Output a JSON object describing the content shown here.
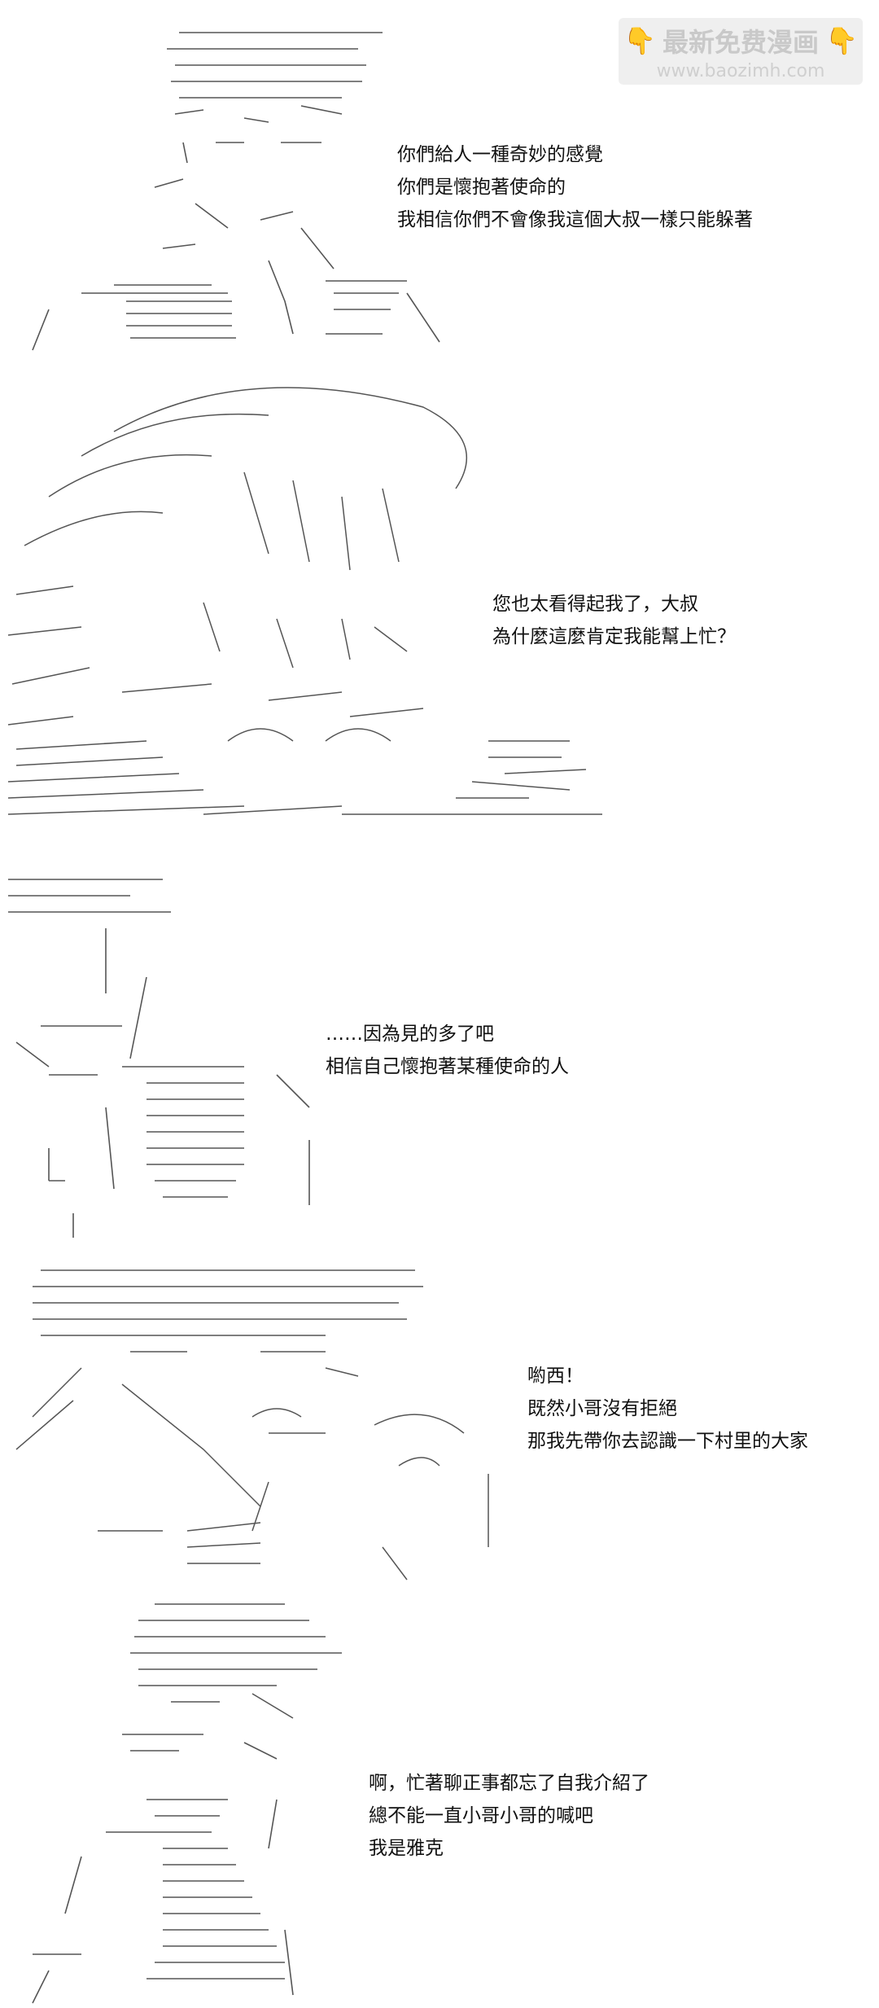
{
  "watermark": {
    "icon_left": "pointing-down-emoji",
    "icon_right": "pointing-down-emoji",
    "emoji": "👇",
    "title": "最新免费漫画",
    "url": "www.baozimh.com"
  },
  "panels": [
    {
      "name": "panel-1",
      "lines": [
        "你們給人一種奇妙的感覺",
        "你們是懷抱著使命的",
        "我相信你們不會像我這個大叔一樣只能躲著"
      ]
    },
    {
      "name": "panel-2",
      "lines": [
        "您也太看得起我了，大叔",
        "為什麼這麼肯定我能幫上忙？"
      ]
    },
    {
      "name": "panel-3",
      "lines": [
        "……因為見的多了吧",
        "相信自己懷抱著某種使命的人"
      ]
    },
    {
      "name": "panel-4",
      "lines": [
        "喲西！",
        "既然小哥沒有拒絕",
        "那我先帶你去認識一下村里的大家"
      ]
    },
    {
      "name": "panel-5",
      "lines": [
        "啊，忙著聊正事都忘了自我介紹了",
        "總不能一直小哥小哥的喊吧",
        "我是雅克"
      ]
    }
  ],
  "colors": {
    "text": "#111111",
    "art": "#555555",
    "watermark_bg": "#ececec"
  }
}
